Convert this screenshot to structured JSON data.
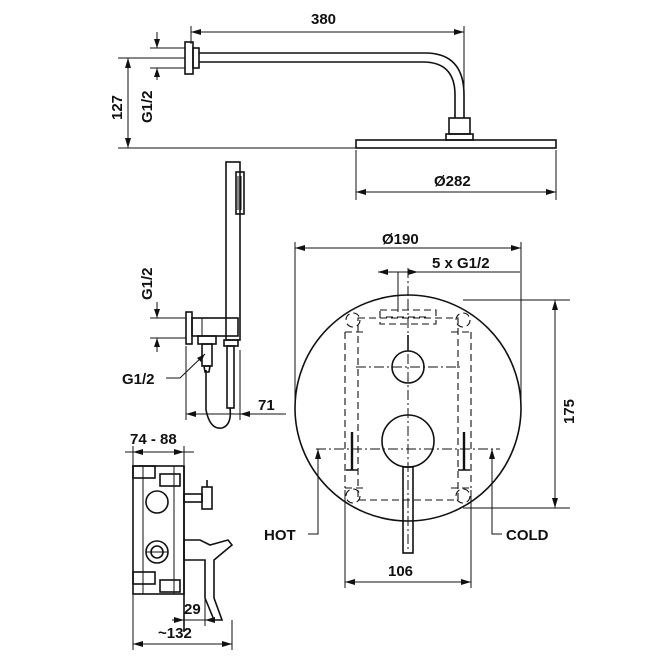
{
  "dimensions": {
    "arm_length": "380",
    "arm_height": "127",
    "arm_thread": "G1/2",
    "head_diameter": "Ø282",
    "holder_thread": "G1/2",
    "outlet_thread": "G1/2",
    "handshower_offset": "71",
    "plate_diameter": "Ø190",
    "ports": "5 x G1/2",
    "plate_height": "175",
    "plate_width": "106",
    "box_depth": "74 - 88",
    "lever_offset": "29",
    "total_depth": "~132"
  },
  "labels": {
    "hot": "HOT",
    "cold": "COLD"
  }
}
